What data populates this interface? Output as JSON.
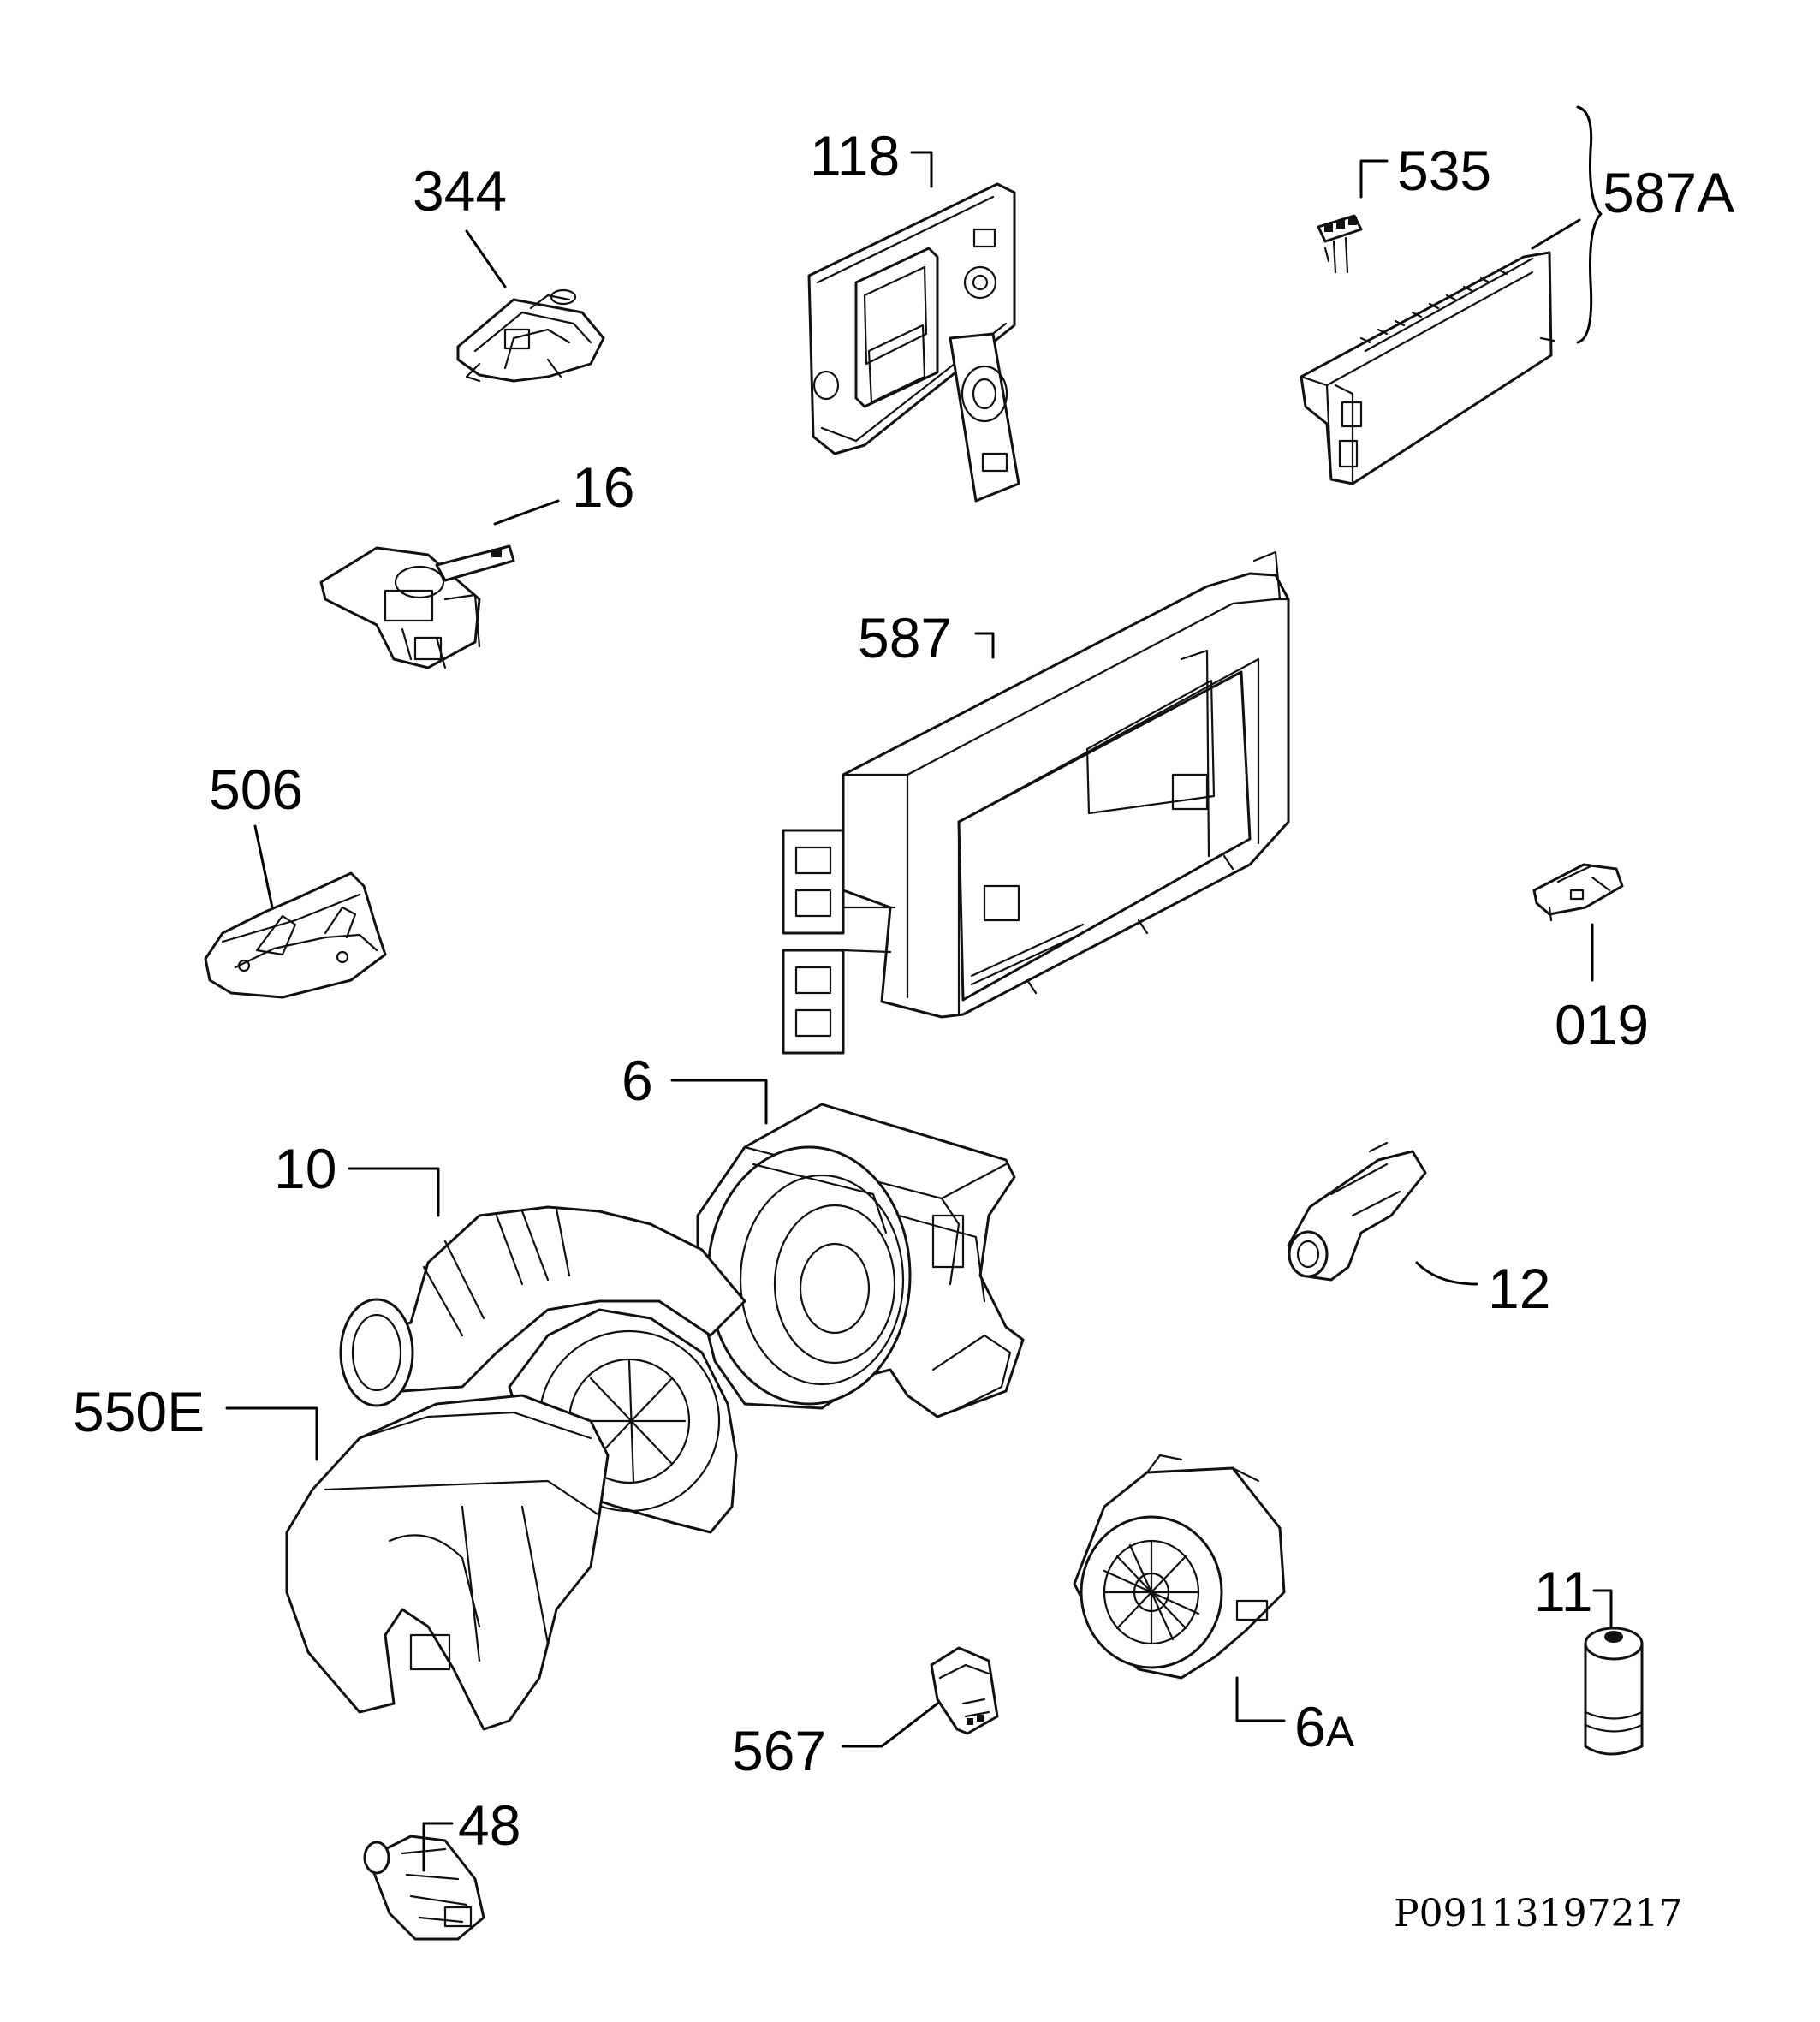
{
  "callouts": {
    "c344": "344",
    "c118": "118",
    "c535": "535",
    "c587A": "587A",
    "c16": "16",
    "c587": "587",
    "c506": "506",
    "c019": "019",
    "c6": "6",
    "c10": "10",
    "c12": "12",
    "c550E": "550E",
    "c11": "11",
    "c567": "567",
    "c6A": "6A",
    "c48": "48"
  },
  "drawing_code": "P09113197217"
}
